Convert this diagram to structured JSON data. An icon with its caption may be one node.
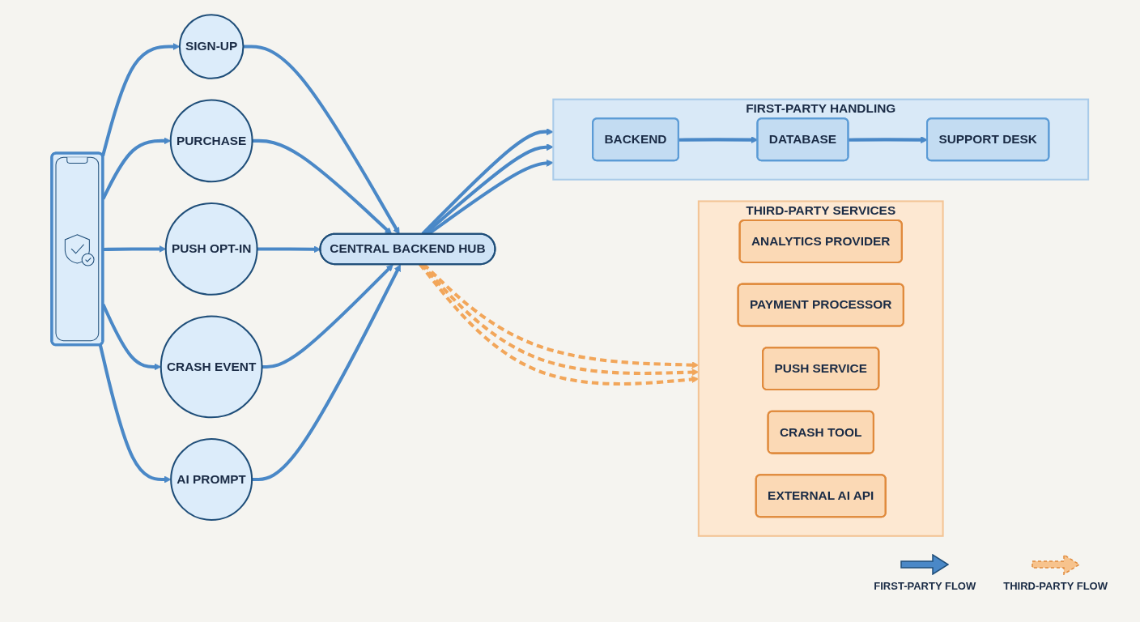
{
  "diagram": {
    "nodes": [
      {
        "text": [],
        "shape": "picture"
      },
      {
        "text": [
          "SIGN-UP"
        ]
      },
      {
        "text": [
          "PURCHASE"
        ]
      },
      {
        "text": [
          "PUSH OPT-IN"
        ]
      },
      {
        "text": [
          "CRASH EVENT"
        ]
      },
      {
        "text": [
          "AI PROMPT"
        ]
      },
      {
        "text": [
          "CENTRAL BACKEND HUB"
        ]
      },
      {
        "text": [
          "FIRST-PARTY HANDLING"
        ]
      },
      {
        "text": [
          "BACKEND"
        ],
        "in": 7
      },
      {
        "text": [
          "DATABASE"
        ],
        "in": 7
      },
      {
        "text": [
          "SUPPORT DESK"
        ],
        "in": 7
      },
      {
        "text": [
          "THIRD-PARTY SERVICES"
        ]
      },
      {
        "text": [
          "ANALYTICS PROVIDER"
        ],
        "in": 11
      },
      {
        "text": [
          "PAYMENT PROCESSOR"
        ],
        "in": 11
      },
      {
        "text": [
          "PUSH SERVICE"
        ],
        "in": 11
      },
      {
        "text": [
          "CRASH TOOL"
        ],
        "in": 11
      },
      {
        "text": [
          "EXTERNAL AI API"
        ],
        "in": 11
      }
    ],
    "edges": [
      {
        "from": 0,
        "to": 1,
        "arrow": "to"
      },
      {
        "from": 0,
        "to": 2,
        "arrow": "to"
      },
      {
        "from": 0,
        "to": 3,
        "arrow": "to"
      },
      {
        "from": 0,
        "to": 4,
        "arrow": "to"
      },
      {
        "from": 0,
        "to": 5,
        "arrow": "to"
      },
      {
        "from": 1,
        "to": 6,
        "arrow": "to"
      },
      {
        "from": 2,
        "to": 6,
        "arrow": "to"
      },
      {
        "from": 3,
        "to": 6,
        "arrow": "to"
      },
      {
        "from": 4,
        "to": 6,
        "arrow": "to"
      },
      {
        "from": 5,
        "to": 6,
        "arrow": "to"
      },
      {
        "from": 6,
        "to": 7,
        "arrow": "to"
      },
      {
        "from": 6,
        "to": 7,
        "arrow": "to"
      },
      {
        "from": 6,
        "to": 7,
        "arrow": "to"
      },
      {
        "from": 8,
        "to": 9,
        "arrow": "to"
      },
      {
        "from": 9,
        "to": 10,
        "arrow": "to"
      },
      {
        "from": 6,
        "to": 11,
        "arrow": "to",
        "style": "dashed",
        "color": "#f2a65a"
      },
      {
        "from": 6,
        "to": 11,
        "arrow": "to",
        "style": "dashed",
        "color": "#f2a65a"
      },
      {
        "from": 6,
        "to": 11,
        "arrow": "to",
        "style": "dashed",
        "color": "#f2a65a"
      }
    ],
    "legend": [
      {
        "text": "FIRST-PARTY FLOW"
      },
      {
        "text": "THIRD-PARTY FLOW"
      }
    ]
  }
}
